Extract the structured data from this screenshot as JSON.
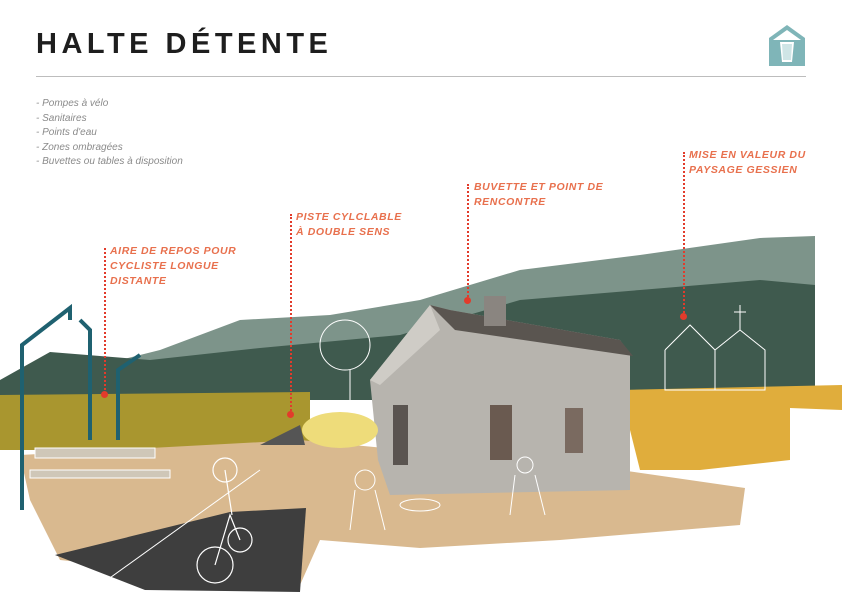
{
  "header": {
    "title": "HALTE DÉTENTE",
    "logo_icon": "shelter-glass-icon"
  },
  "features": [
    "- Pompes à vélo",
    "- Sanitaires",
    "- Points d'eau",
    "- Zones ombragées",
    "- Buvettes ou tables à disposition"
  ],
  "annotations": [
    {
      "line1": "AIRE DE REPOS POUR",
      "line2": "CYCLISTE LONGUE",
      "line3": "DISTANTE"
    },
    {
      "line1": "PISTE CYLCLABLE",
      "line2": "À DOUBLE SENS"
    },
    {
      "line1": "BUVETTE ET POINT DE",
      "line2": "RENCONTRE"
    },
    {
      "line1": "MISE EN VALEUR DU",
      "line2": "PAYSAGE GESSIEN"
    }
  ],
  "colors": {
    "accent": "#e8704d",
    "marker": "#e23b2b",
    "logo": "#7fb5b8"
  }
}
